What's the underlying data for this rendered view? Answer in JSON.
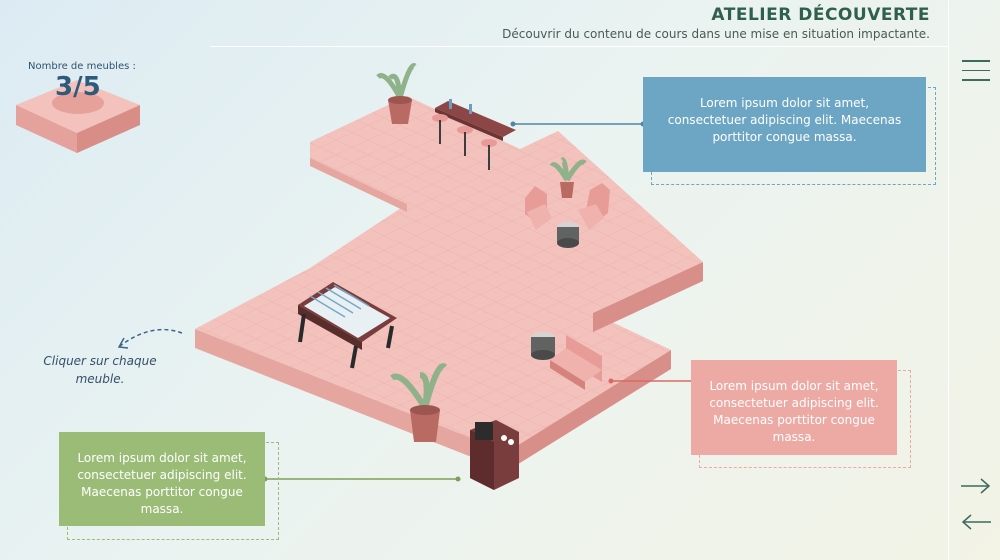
{
  "header": {
    "title": "ATELIER DÉCOUVERTE",
    "subtitle": "Découvrir du contenu de cours dans une mise en situation impactante."
  },
  "counter": {
    "label": "Nombre de meubles :",
    "value": "3/5"
  },
  "hint": "Cliquer sur chaque meuble.",
  "info_boxes": {
    "blue": "Lorem ipsum dolor sit amet, consectetuer adipiscing elit. Maecenas porttitor congue massa.",
    "red": "Lorem ipsum dolor sit amet, consectetuer adipiscing elit. Maecenas porttitor congue massa.",
    "green": "Lorem ipsum dolor sit amet, consectetuer adipiscing elit. Maecenas porttitor congue massa."
  },
  "colors": {
    "accent_dark": "#2f5f4f",
    "floor": "#f3c2bd",
    "blue": "#6da6c4",
    "red": "#eda9a4",
    "green": "#9bbc76"
  },
  "icons": {
    "menu": "hamburger-icon",
    "next": "arrow-right-icon",
    "prev": "arrow-left-icon"
  }
}
